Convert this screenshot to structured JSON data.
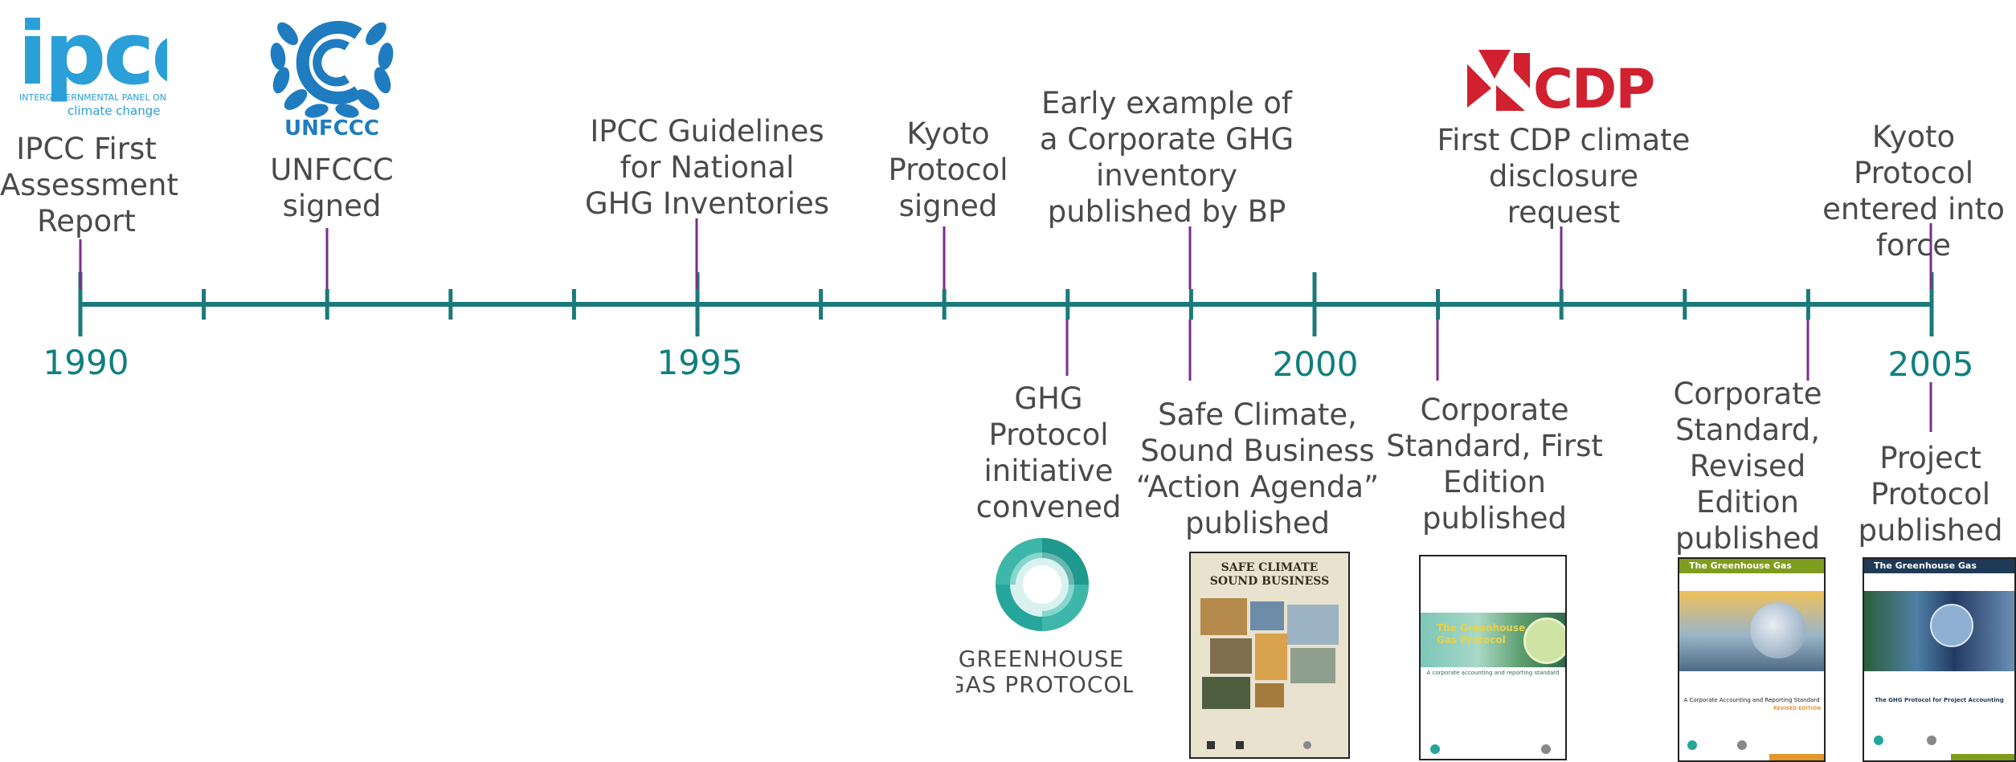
{
  "colors": {
    "axis": "#1b7a79",
    "stem": "#7a2e8c",
    "year": "#0f7f7e",
    "text": "#4a4a4a",
    "ipcc_blue": "#2a9fd8",
    "unfccc_blue": "#1f7cc1",
    "cdp_red": "#d1202f",
    "ghg_teal": "#26a69a"
  },
  "years": [
    "1990",
    "1995",
    "2000",
    "2005"
  ],
  "events_above": [
    {
      "id": "ipcc-first-assessment",
      "label": "IPCC First\nAssessment\nReport"
    },
    {
      "id": "unfccc-signed",
      "label": "UNFCCC\nsigned"
    },
    {
      "id": "ipcc-guidelines",
      "label": "IPCC Guidelines\nfor National\nGHG Inventories"
    },
    {
      "id": "kyoto-signed",
      "label": "Kyoto\nProtocol\nsigned"
    },
    {
      "id": "bp-inventory",
      "label": "Early example of\na Corporate GHG\ninventory\npublished by BP"
    },
    {
      "id": "cdp-request",
      "label": "First CDP climate\ndisclosure\nrequest"
    },
    {
      "id": "kyoto-force",
      "label": "Kyoto Protocol\nentered into\nforce"
    }
  ],
  "events_below": [
    {
      "id": "ghg-convened",
      "label": "GHG\nProtocol\ninitiative\nconvened"
    },
    {
      "id": "safe-climate",
      "label": "Safe Climate,\nSound Business\n“Action Agenda”\npublished"
    },
    {
      "id": "corp-first",
      "label": "Corporate\nStandard, First\nEdition\npublished"
    },
    {
      "id": "corp-revised",
      "label": "Corporate\nStandard,\nRevised\nEdition\npublished"
    },
    {
      "id": "project-protocol",
      "label": "Project\nProtocol\npublished"
    }
  ],
  "logos": {
    "ipcc": {
      "word": "ipcc",
      "line1": "INTERGOVERNMENTAL PANEL ON",
      "line2": "climate change",
      "icon": "ipcc-logo"
    },
    "unfccc": {
      "word": "UNFCCC",
      "icon": "unfccc-laurel-logo"
    },
    "cdp": {
      "word": "CDP",
      "icon": "cdp-logo"
    },
    "ghg": {
      "line1": "GREENHOUSE",
      "line2": "GAS PROTOCOL",
      "icon": "ghg-protocol-logo"
    }
  },
  "covers": {
    "safe_climate": {
      "title": "SAFE CLIMATE\nSOUND BUSINESS"
    },
    "corp_first": {
      "title": "The Greenhouse\nGas Protocol",
      "subtitle": "A corporate accounting and reporting standard"
    },
    "corp_revised": {
      "band": "The Greenhouse Gas Protocol",
      "subtitle": "A Corporate Accounting and Reporting Standard",
      "edition": "REVISED EDITION"
    },
    "project": {
      "band": "The Greenhouse Gas Protocol",
      "subtitle": "The GHG Protocol for Project Accounting"
    }
  }
}
